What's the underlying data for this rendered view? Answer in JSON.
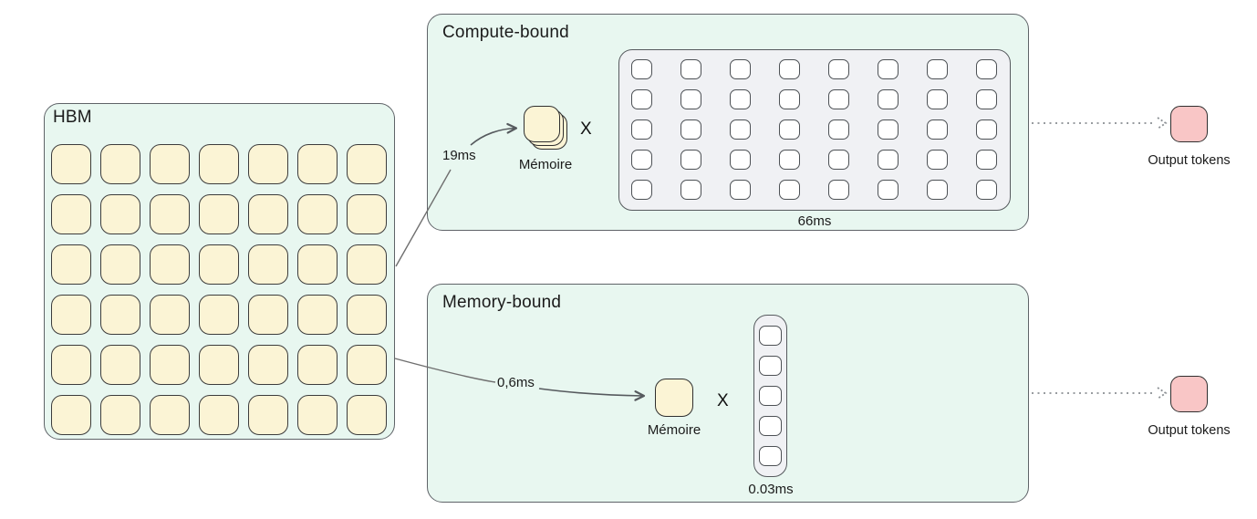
{
  "hbm": {
    "label": "HBM",
    "grid": {
      "rows": 6,
      "cols": 7
    }
  },
  "compute": {
    "title": "Compute-bound",
    "load_time": "19ms",
    "memory_label": "Mémoire",
    "operator": "X",
    "weights_grid": {
      "rows": 5,
      "cols": 8
    },
    "compute_time": "66ms",
    "output": {
      "label": "Output tokens"
    }
  },
  "memory": {
    "title": "Memory-bound",
    "load_time": "0,6ms",
    "memory_label": "Mémoire",
    "operator": "X",
    "vector_grid": {
      "rows": 5,
      "cols": 1
    },
    "compute_time": "0.03ms",
    "output": {
      "label": "Output tokens"
    }
  },
  "colors": {
    "panel_bg": "#e8f7f0",
    "cell_yellow": "#fbf4d5",
    "cell_white": "#ffffff",
    "grid_bg": "#f0f1f4",
    "output_pink": "#f9c6c6",
    "border_dark": "#3c3c3c",
    "border_gray": "#5f6368",
    "line_gray": "#6f6f6f"
  }
}
